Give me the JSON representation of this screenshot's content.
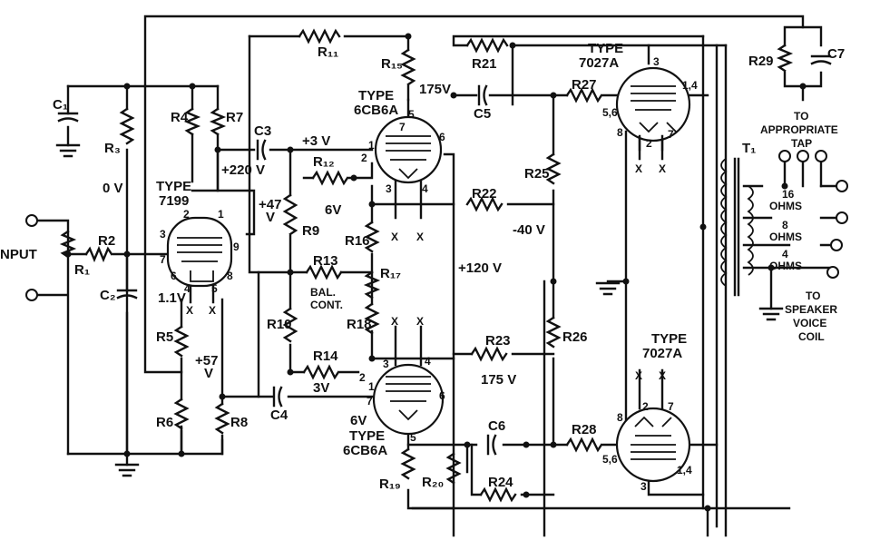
{
  "components": {
    "R1": "R₁",
    "R2": "R2",
    "R3": "R₃",
    "R4": "R4",
    "R5": "R5",
    "R6": "R6",
    "R7": "R7",
    "R8": "R8",
    "R9": "R9",
    "R10": "R10",
    "R11": "R₁₁",
    "R12": "R₁₂",
    "R13": "R13",
    "R14": "R14",
    "R15": "R₁₅",
    "R16": "R16",
    "R17": "R₁₇",
    "R18": "R18",
    "R19": "R₁₉",
    "R20": "R₂₀",
    "R21": "R21",
    "R22": "R22",
    "R23": "R23",
    "R24": "R24",
    "R25": "R25",
    "R26": "R26",
    "R27": "R27",
    "R28": "R28",
    "R29": "R29",
    "C1": "C₁",
    "C2": "C₂",
    "C3": "C3",
    "C4": "C4",
    "C5": "C5",
    "C6": "C6",
    "C7": "C7",
    "T1": "T₁"
  },
  "tubes": {
    "v1_type": "TYPE",
    "v1_model": "7199",
    "v2_type": "TYPE",
    "v2_model": "6CB6A",
    "v3_type": "TYPE",
    "v3_model": "6CB6A",
    "v4_type": "TYPE",
    "v4_model": "7027A",
    "v5_type": "TYPE",
    "v5_model": "7027A"
  },
  "pins": {
    "v1": [
      "2",
      "1",
      "3",
      "9",
      "7",
      "6",
      "8",
      "4",
      "5"
    ],
    "v2": [
      "7",
      "1",
      "2",
      "6",
      "5",
      "3",
      "4"
    ],
    "v3": [
      "1",
      "2",
      "7",
      "6",
      "5",
      "3",
      "4"
    ],
    "v4": [
      "3",
      "1,4",
      "5,6",
      "8",
      "2",
      "7"
    ],
    "v5": [
      "8",
      "7",
      "2",
      "5,6",
      "1,4",
      "3"
    ]
  },
  "voltages": {
    "v0": "0 V",
    "v220": "+220 V",
    "v47": "+47",
    "v47u": "V",
    "v1_1": "1.1V",
    "v57": "+57",
    "v57u": "V",
    "v3a": "+3 V",
    "v6a": "6V",
    "v3b": "3V",
    "v6b": "6V",
    "v175a": "175V",
    "v175b": "175 V",
    "vm40": "-40 V",
    "v120": "+120 V"
  },
  "labels": {
    "input": "NPUT",
    "balance": "BAL.",
    "control": "CONT.",
    "tap_line1": "TO",
    "tap_line2": "APPROPRIATE",
    "tap_line3": "TAP",
    "ohm16": "16",
    "ohm16u": "OHMS",
    "ohm8": "8",
    "ohm8u": "OHMS",
    "ohm4": "4",
    "ohm4u": "OHMS",
    "spk_line1": "TO",
    "spk_line2": "SPEAKER",
    "spk_line3": "VOICE",
    "spk_line4": "COIL",
    "heater": "X"
  }
}
